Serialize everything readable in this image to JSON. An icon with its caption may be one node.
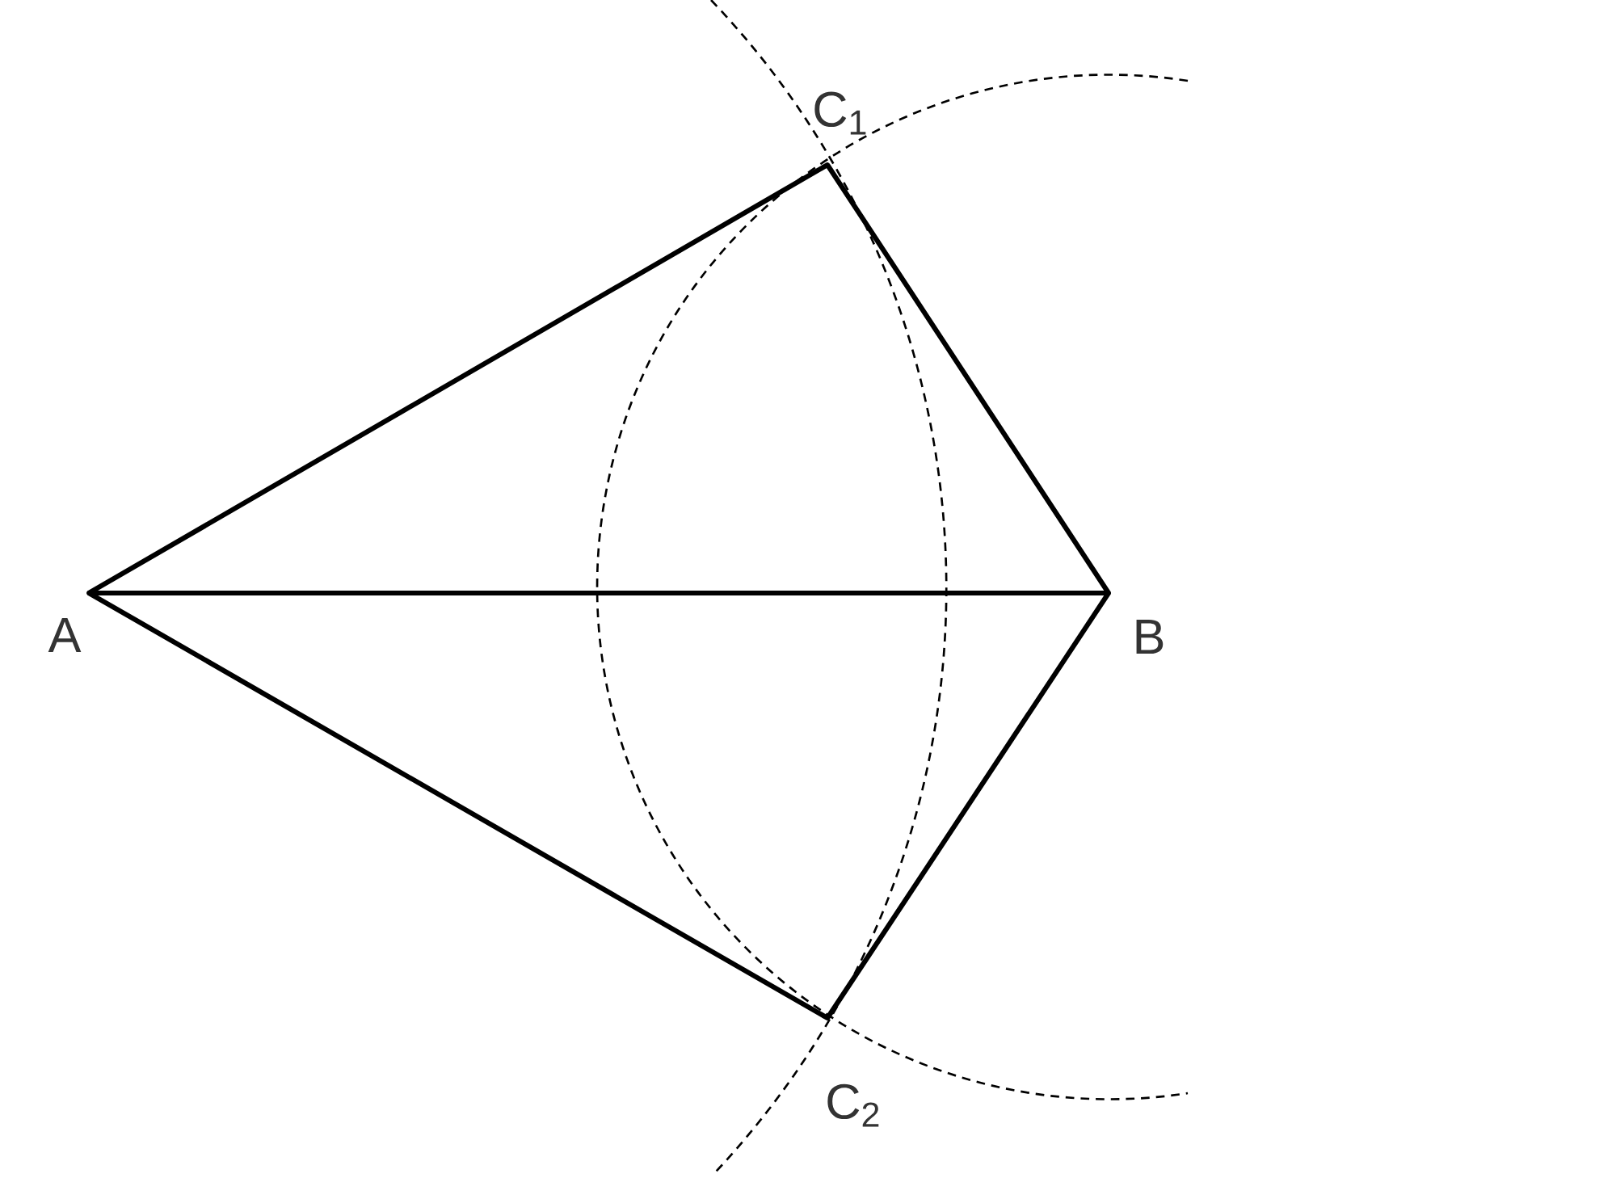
{
  "diagram": {
    "nodes": [
      {
        "text": [
          "A"
        ]
      },
      {
        "text": [
          "B"
        ]
      },
      {
        "text": [
          "C$_{1}$"
        ]
      },
      {
        "text": [
          "C$_{2}$"
        ]
      }
    ],
    "edges": [
      {
        "from": 0,
        "to": 1,
        "arrow": "none"
      },
      {
        "from": 0,
        "to": 2,
        "arrow": "none"
      },
      {
        "from": 2,
        "to": 1,
        "arrow": "none"
      },
      {
        "from": 0,
        "to": 3,
        "arrow": "none"
      },
      {
        "from": 3,
        "to": 1,
        "arrow": "none"
      }
    ]
  }
}
